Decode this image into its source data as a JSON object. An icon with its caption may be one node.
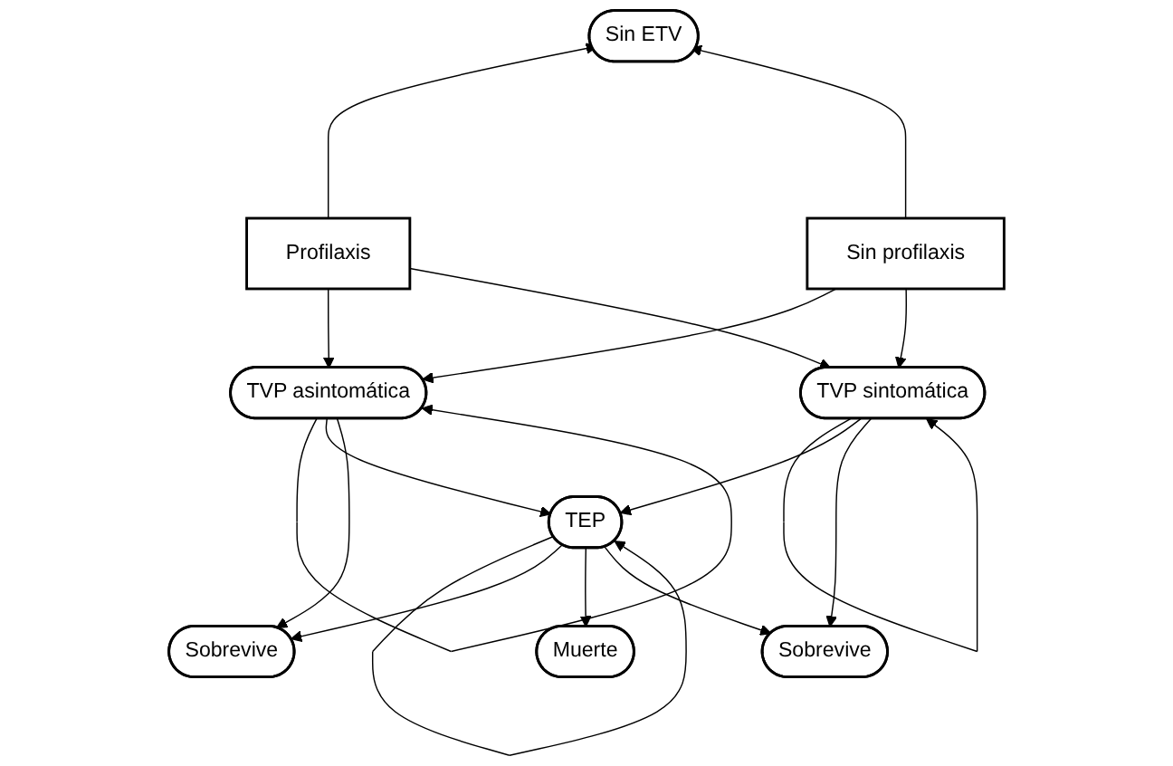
{
  "diagram": {
    "nodes": [
      {
        "text": [
          "Sin ETV"
        ]
      },
      {
        "text": [
          "Profilaxis"
        ]
      },
      {
        "text": [
          "Sin profilaxis"
        ]
      },
      {
        "text": [
          "TVP asintomática"
        ]
      },
      {
        "text": [
          "TVP sintomática"
        ]
      },
      {
        "text": [
          "TEP"
        ]
      },
      {
        "text": [
          "Sobrevive"
        ]
      },
      {
        "text": [
          "Muerte"
        ]
      },
      {
        "text": [
          "Sobrevive"
        ]
      }
    ],
    "edges": [
      {
        "from": 1,
        "to": 0,
        "arrow": "to"
      },
      {
        "from": 2,
        "to": 0,
        "arrow": "to"
      },
      {
        "from": 1,
        "to": 3,
        "arrow": "to"
      },
      {
        "from": 1,
        "to": 4,
        "arrow": "to"
      },
      {
        "from": 2,
        "to": 3,
        "arrow": "to"
      },
      {
        "from": 2,
        "to": 4,
        "arrow": "to"
      },
      {
        "from": 3,
        "to": 3,
        "arrow": "to"
      },
      {
        "from": 4,
        "to": 4,
        "arrow": "to"
      },
      {
        "from": 3,
        "to": 5,
        "arrow": "to"
      },
      {
        "from": 4,
        "to": 5,
        "arrow": "to"
      },
      {
        "from": 5,
        "to": 5,
        "arrow": "to"
      },
      {
        "from": 3,
        "to": 6,
        "arrow": "to"
      },
      {
        "from": 5,
        "to": 6,
        "arrow": "to"
      },
      {
        "from": 5,
        "to": 7,
        "arrow": "to"
      },
      {
        "from": 5,
        "to": 8,
        "arrow": "to"
      },
      {
        "from": 4,
        "to": 8,
        "arrow": "to"
      }
    ]
  }
}
